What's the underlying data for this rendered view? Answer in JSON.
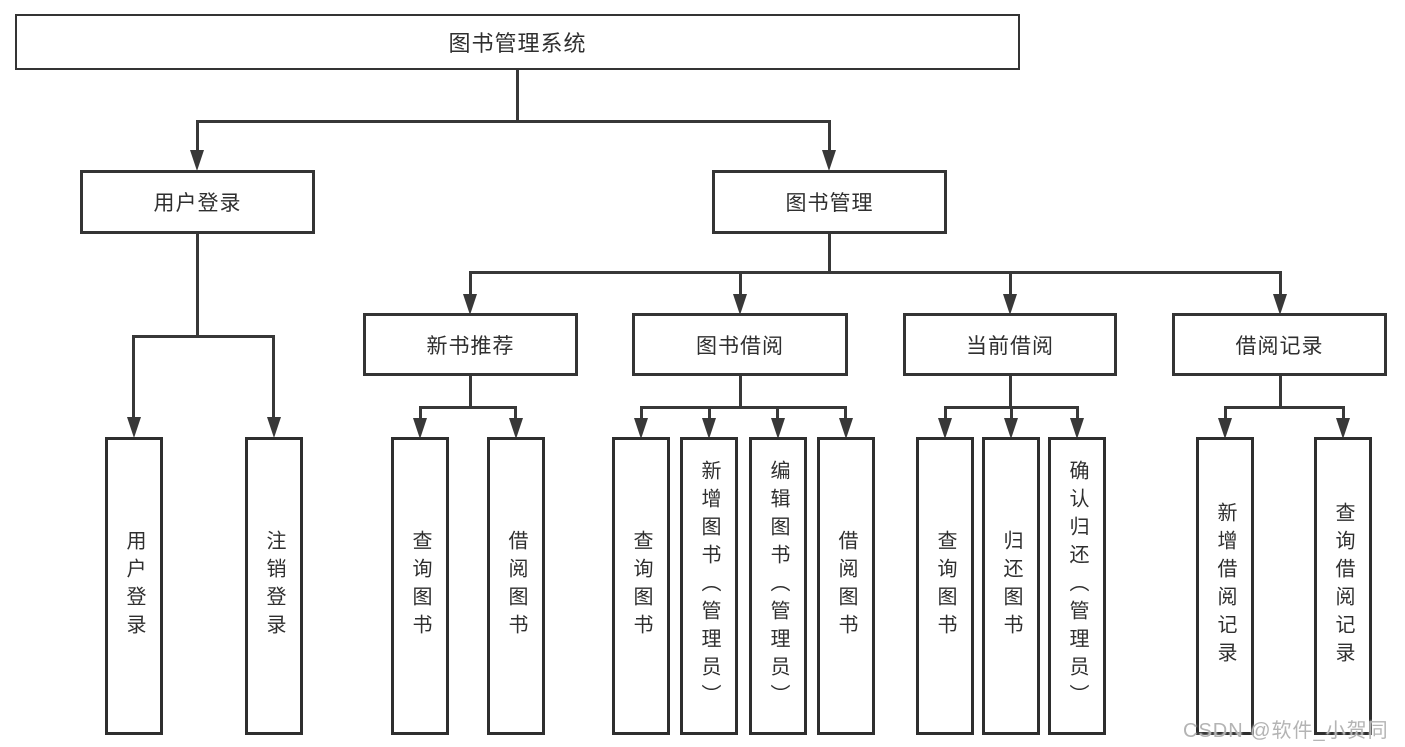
{
  "diagram": {
    "title": "图书管理系统",
    "level2": {
      "user_login": "用户登录",
      "book_management": "图书管理"
    },
    "level3": {
      "new_book_recommendation": "新书推荐",
      "book_borrowing": "图书借阅",
      "current_borrowing": "当前借阅",
      "borrowing_records": "借阅记录"
    },
    "leaves": {
      "user_login_login": "用户登录",
      "user_login_logout": "注销登录",
      "newbook_query": "查询图书",
      "newbook_borrow": "借阅图书",
      "borrowing_query": "查询图书",
      "borrowing_add": "新增图书（管理员）",
      "borrowing_edit": "编辑图书（管理员）",
      "borrowing_borrow": "借阅图书",
      "current_query": "查询图书",
      "current_return": "归还图书",
      "current_confirm": "确认归还（管理员）",
      "records_add": "新增借阅记录",
      "records_query": "查询借阅记录"
    },
    "watermark": "CSDN @软件_小贺同学",
    "colors": {
      "line": "#383838",
      "text": "#2f2f2f",
      "watermark": "#b4b4b4",
      "background": "#ffffff"
    }
  }
}
